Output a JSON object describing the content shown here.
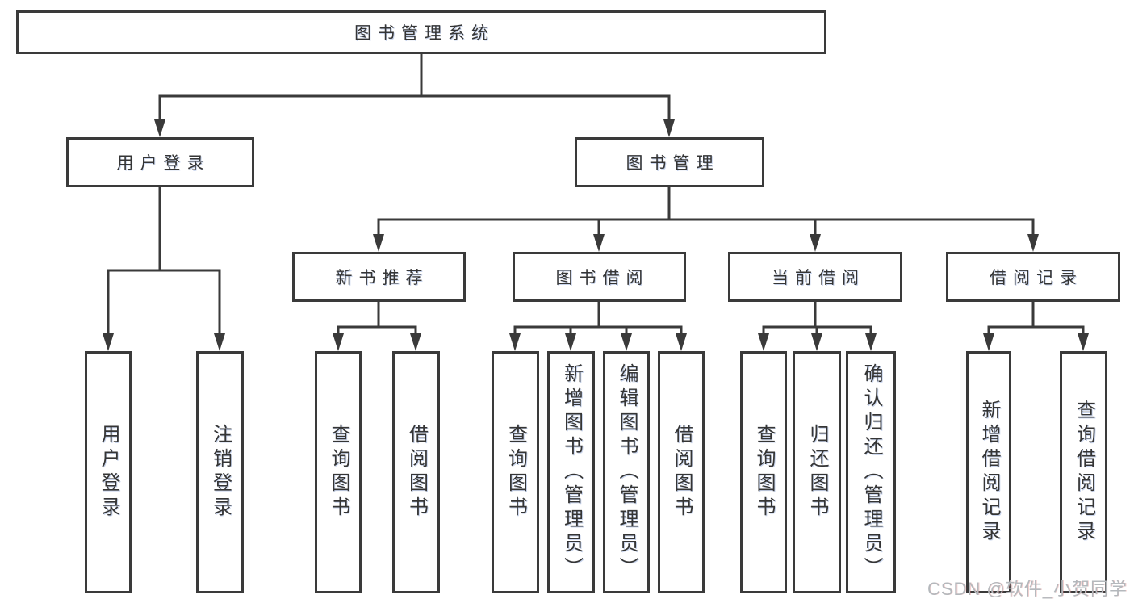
{
  "tree": {
    "label": "图书管理系统",
    "children": [
      {
        "label": "用户登录",
        "children": [
          {
            "label": "用户登录"
          },
          {
            "label": "注销登录"
          }
        ]
      },
      {
        "label": "图书管理",
        "children": [
          {
            "label": "新书推荐",
            "children": [
              {
                "label": "查询图书"
              },
              {
                "label": "借阅图书"
              }
            ]
          },
          {
            "label": "图书借阅",
            "children": [
              {
                "label": "查询图书"
              },
              {
                "label": "新增图书（管理员）"
              },
              {
                "label": "编辑图书（管理员）"
              },
              {
                "label": "借阅图书"
              }
            ]
          },
          {
            "label": "当前借阅",
            "children": [
              {
                "label": "查询图书"
              },
              {
                "label": "归还图书"
              },
              {
                "label": "确认归还（管理员）"
              }
            ]
          },
          {
            "label": "借阅记录",
            "children": [
              {
                "label": "新增借阅记录"
              },
              {
                "label": "查询借阅记录"
              }
            ]
          }
        ]
      }
    ]
  },
  "watermark": {
    "text": "CSDN @软件_小贺同学"
  },
  "colors": {
    "line": "#3a3a3a",
    "text": "#353535",
    "watermark": "#b4b8bc",
    "background": "#ffffff"
  }
}
